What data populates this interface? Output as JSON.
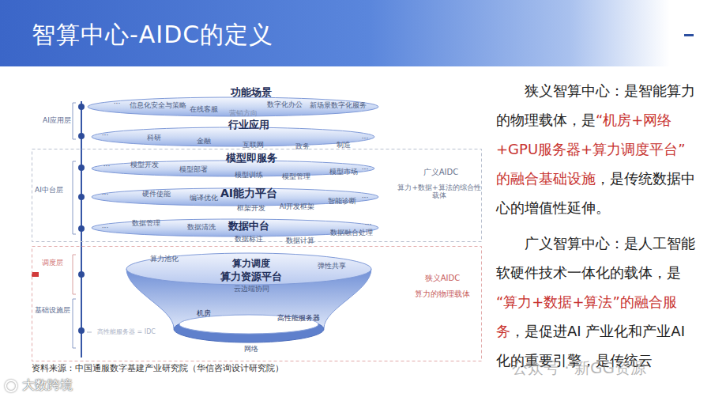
{
  "diagram": {
    "title": "智算中心-AIDC的定义",
    "caption": "资料来源：中国通服数字基建产业研究院（华信咨询设计研究院）",
    "nodes": [
      {
        "text": [
          "功能场景",
          "···",
          "信息化安全与策略",
          "在线客服",
          "营销方向",
          "数字化办公",
          "新场景数字化服务"
        ]
      },
      {
        "text": [
          "行业应用",
          "···",
          "科研",
          "金融",
          "互联网",
          "政务",
          "制造",
          "···"
        ]
      },
      {
        "text": [
          "广义AIDC",
          "算力+数据+算法的综合性载体"
        ]
      },
      {
        "text": [
          "模型即服务",
          "···",
          "模型开发",
          "模型部署",
          "模型训练",
          "模型管理",
          "模型市场",
          "···"
        ],
        "in": 2
      },
      {
        "text": [
          "AI能力平台",
          "···",
          "硬件使能",
          "编译优化",
          "框架开发",
          "AI开发框架",
          "智能诊断",
          "···"
        ],
        "in": 2
      },
      {
        "text": [
          "数据中台",
          "···",
          "数据管理",
          "数据清洗",
          "数据标注",
          "数据计算",
          "数据融合处理",
          "···"
        ],
        "in": 2
      },
      {
        "text": [
          "狭义AIDC",
          "算力的物理载体"
        ]
      },
      {
        "text": [
          "算力池化",
          "算力调度",
          "算力资源平台",
          "弹性共享",
          "云边端协同",
          "机房",
          "高性能服务器",
          "网络"
        ],
        "in": 6
      }
    ],
    "labels": [
      "AI应用层",
      "AI中台层",
      "调度层",
      "基础设施层",
      "高性能服务器 = IDC",
      "狭义智算中心：是智能算力的物理载体，是",
      "“机房+网络+GPU服务器+算力调度平台”的融合基础设施",
      "，是传统数据中心的增值性延伸。",
      "广义智算中心：是人工智能软硬件技术一体化的载体，是",
      "“算力+数据+算法”的融合服务",
      "，是促进AI 产业化和产业AI化的重要引擎，是传统云",
      "公众号 · 新GG资源",
      "大数跨境"
    ]
  }
}
